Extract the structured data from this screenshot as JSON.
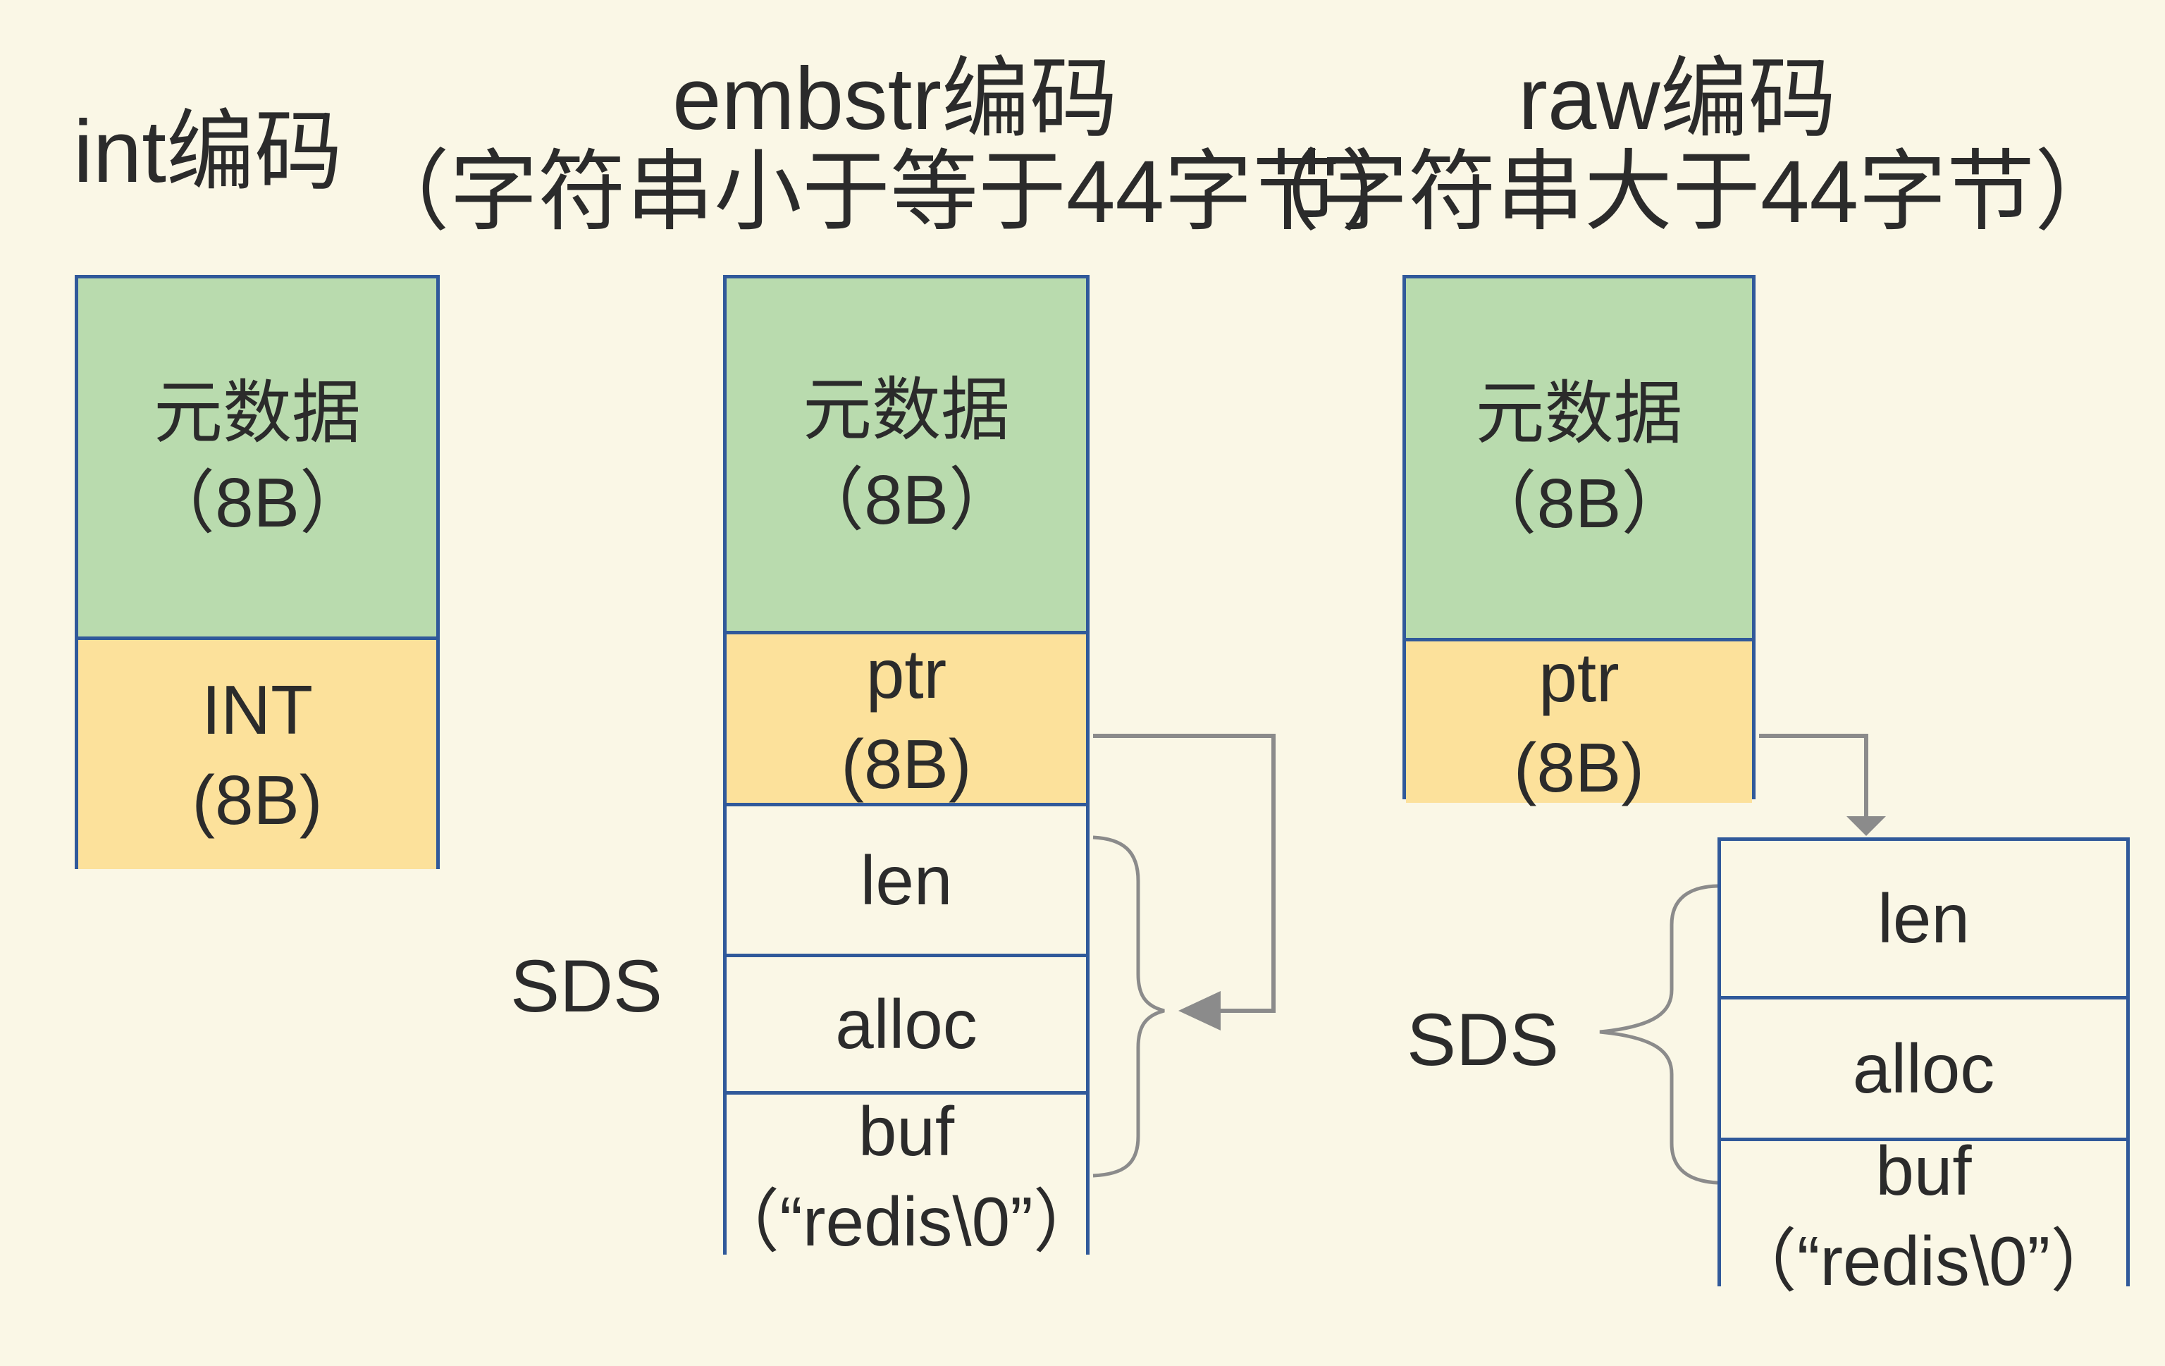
{
  "colors": {
    "background": "#faf7e6",
    "box-border": "#30599a",
    "green-fill": "#b9dbae",
    "yellow-fill": "#fce19b",
    "white-fill": "#faf7e6",
    "connector-gray": "#8b8b8b",
    "text": "#2b2b2b"
  },
  "columns": {
    "int": {
      "title": "int编码",
      "box": {
        "meta_line1": "元数据",
        "meta_line2": "（8B）",
        "value_line1": "INT",
        "value_line2": "(8B)"
      }
    },
    "embstr": {
      "title_line1": "embstr编码",
      "title_line2": "（字符串小于等于44字节）",
      "sds_label": "SDS",
      "box": {
        "meta_line1": "元数据",
        "meta_line2": "（8B）",
        "ptr_line1": "ptr",
        "ptr_line2": "(8B)",
        "len": "len",
        "alloc": "alloc",
        "buf_line1": "buf",
        "buf_line2": "（“redis\\0”）"
      }
    },
    "raw": {
      "title_line1": "raw编码",
      "title_line2": "（字符串大于44字节）",
      "sds_label": "SDS",
      "box": {
        "meta_line1": "元数据",
        "meta_line2": "（8B）",
        "ptr_line1": "ptr",
        "ptr_line2": "(8B)"
      },
      "sds_box": {
        "len": "len",
        "alloc": "alloc",
        "buf_line1": "buf",
        "buf_line2": "（“redis\\0”）"
      }
    }
  }
}
